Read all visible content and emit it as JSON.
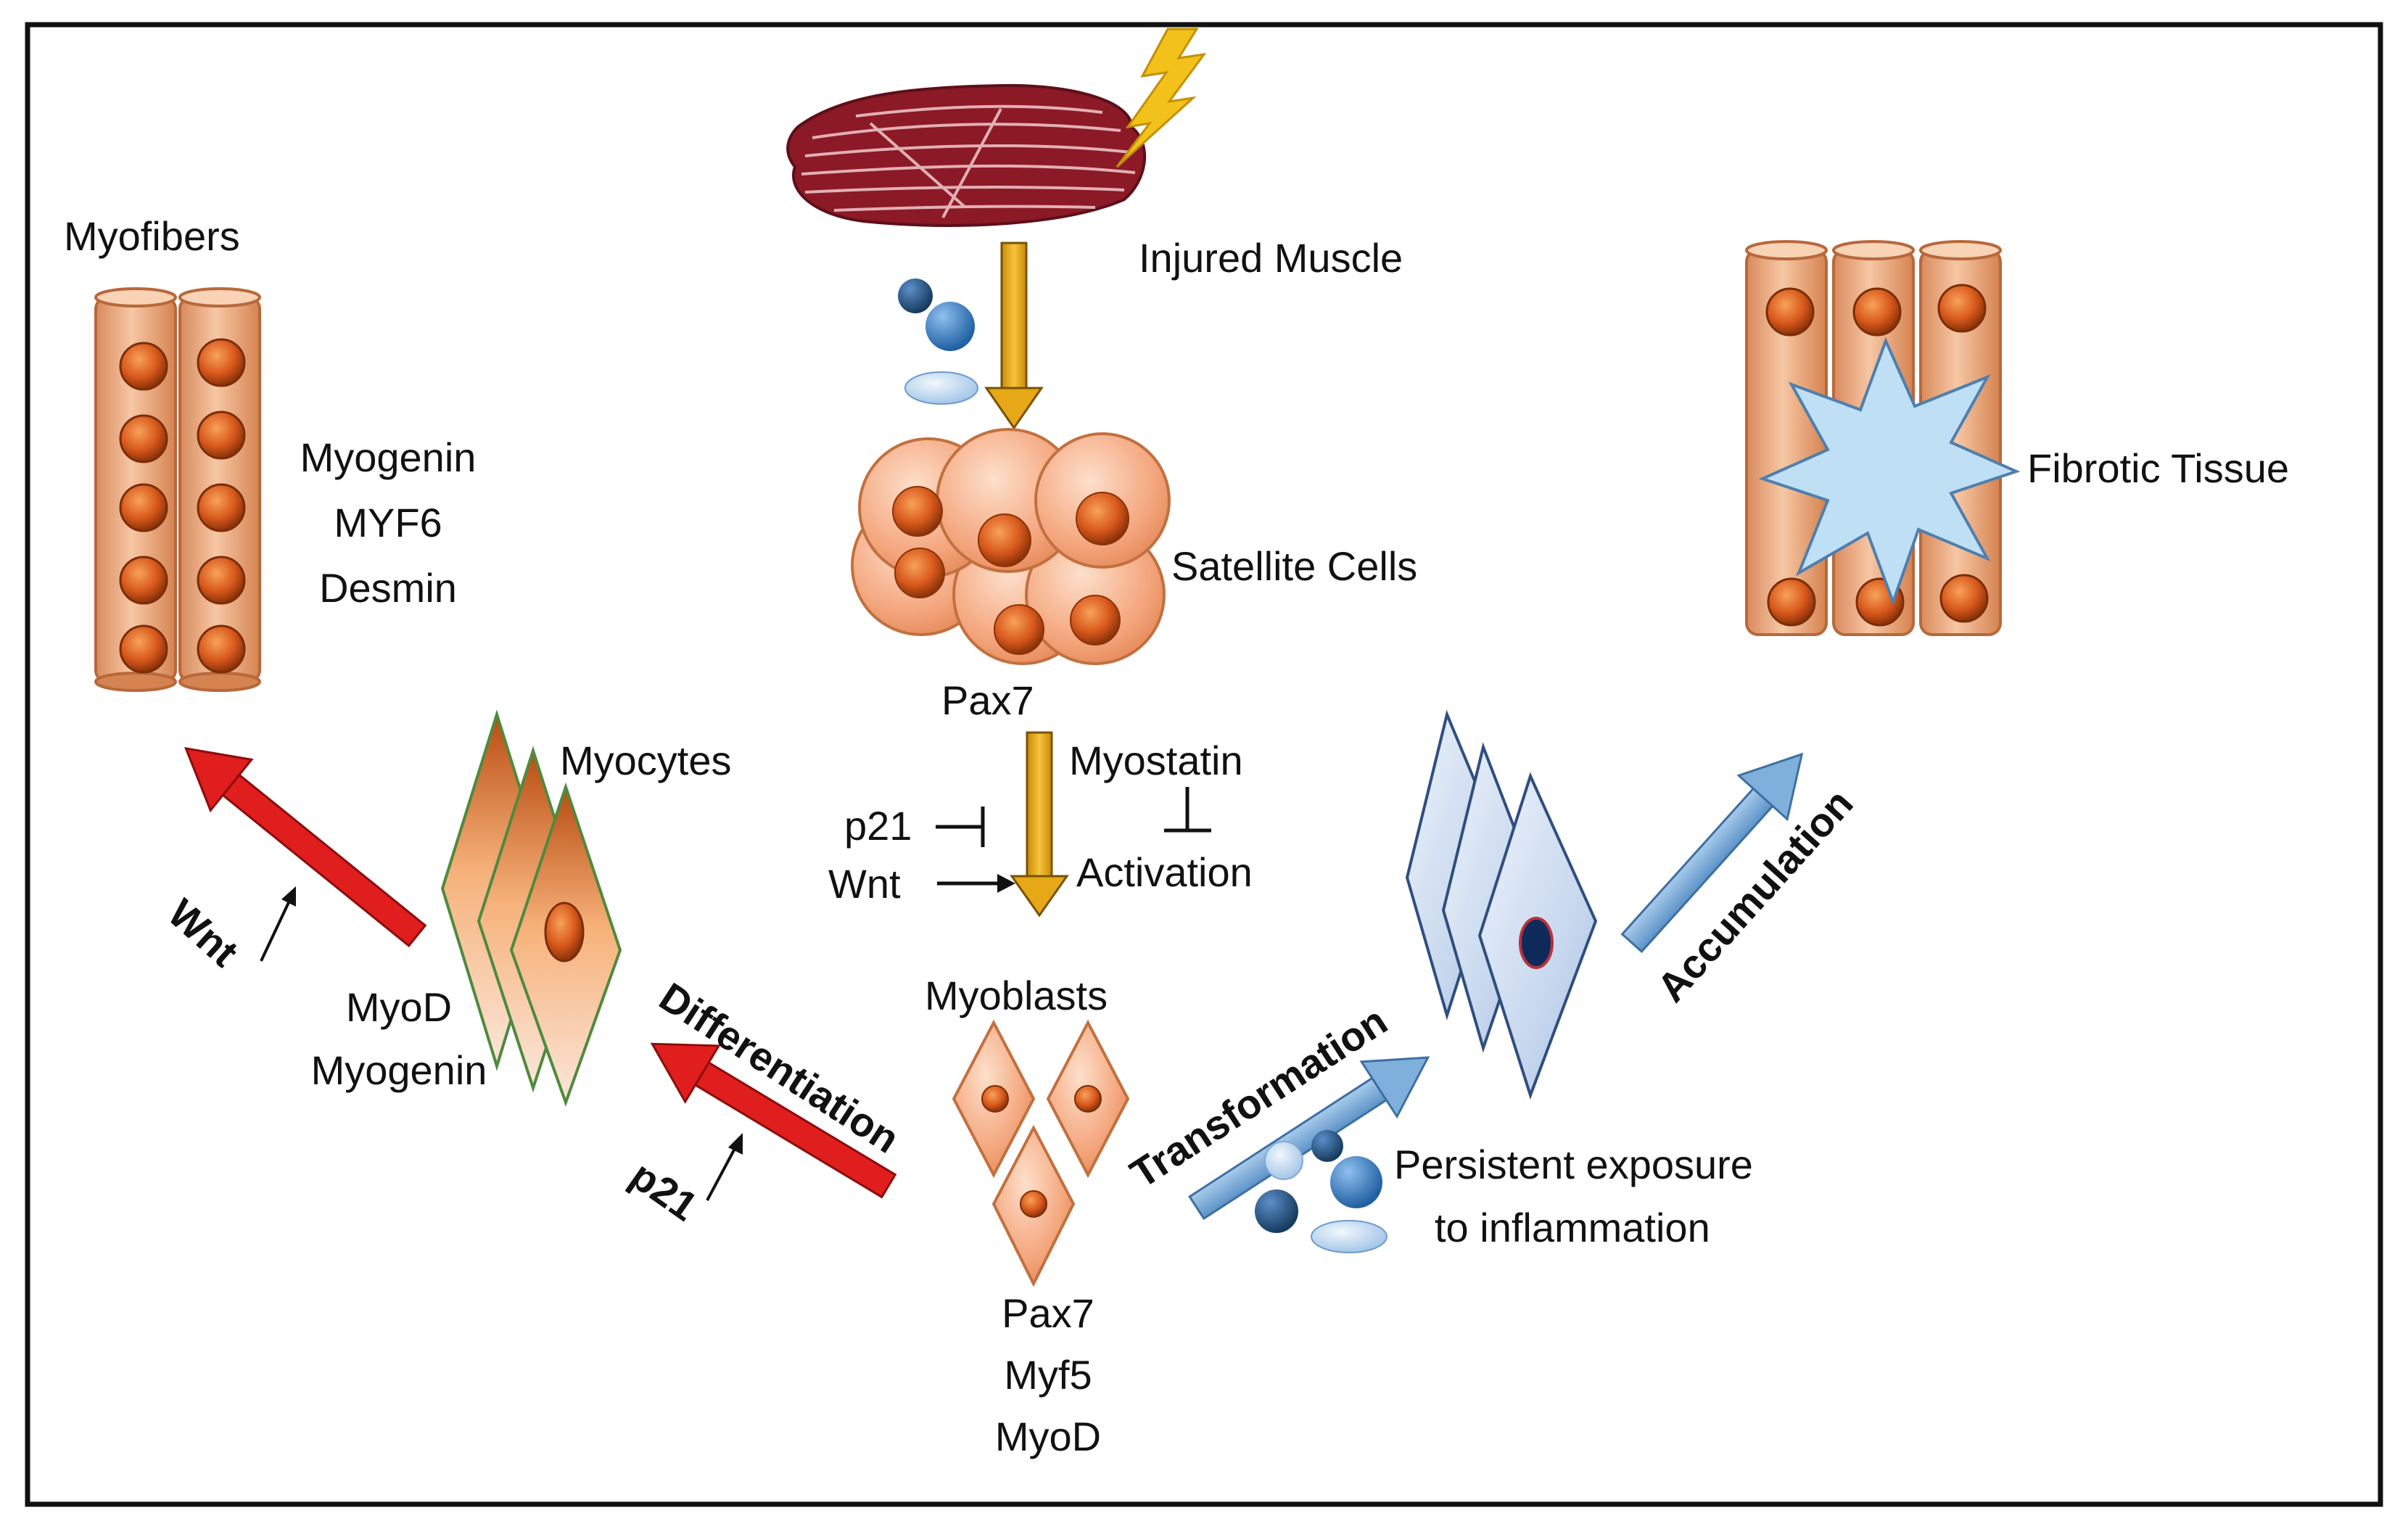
{
  "labels": {
    "injured_muscle": "Injured Muscle",
    "satellite_cells": "Satellite Cells",
    "pax7_top": "Pax7",
    "myostatin": "Myostatin",
    "activation": "Activation",
    "p21_inhibit": "p21",
    "wnt_activate": "Wnt",
    "myofibers": "Myofibers",
    "myofiber_markers": [
      "Myogenin",
      "MYF6",
      "Desmin"
    ],
    "myocytes": "Myocytes",
    "myocyte_markers": [
      "MyoD",
      "Myogenin"
    ],
    "wnt_left": "Wnt",
    "differentiation": "Differentiation",
    "p21_bottom": "p21",
    "myoblasts": "Myoblasts",
    "myoblast_markers": [
      "Pax7",
      "Myf5",
      "MyoD"
    ],
    "transformation": "Transformation",
    "inflammation_line1": "Persistent exposure",
    "inflammation_line2": "to inflammation",
    "accumulation": "Accumulation",
    "fibrotic_tissue": "Fibrotic Tissue"
  },
  "colors": {
    "frame": "#111111",
    "muscle_red": "#8b1a26",
    "flash_yellow": "#f2c21b",
    "gold_arrow": "#e6a817",
    "cell_orange": "#f4a67d",
    "nucleus_orange": "#d9591c",
    "red_arrow": "#e01e1e",
    "blue_arrow": "#7fb0dc",
    "fibro_blue": "#c9d9ef",
    "immune_dark": "#1f4e79",
    "immune_mid": "#2e75b6",
    "immune_light": "#bdd7ee"
  },
  "icons": [
    "lightning-bolt-icon",
    "immune-cells-icon",
    "fibrotic-starburst-icon"
  ]
}
